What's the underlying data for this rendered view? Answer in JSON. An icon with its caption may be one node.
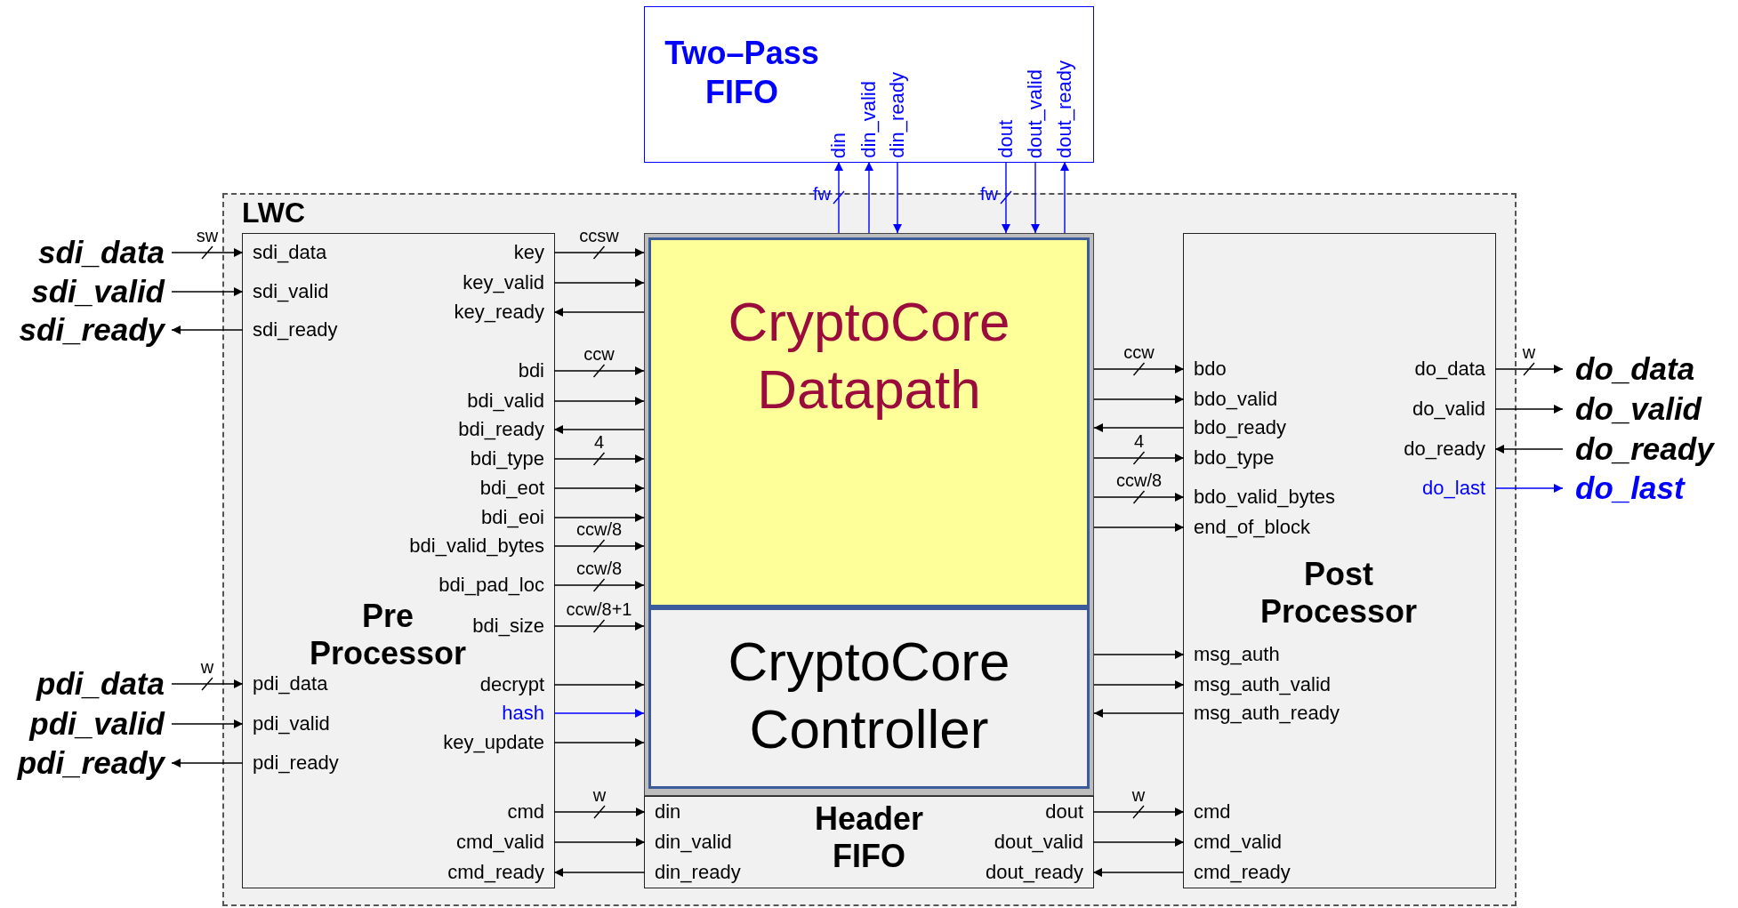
{
  "diagram": {
    "nodes": [
      {
        "text": [
          "Two–Pass FIFO"
        ]
      },
      {
        "text": [
          "din"
        ],
        "in": 0
      },
      {
        "text": [
          "din_valid"
        ],
        "in": 0
      },
      {
        "text": [
          "din_ready"
        ],
        "in": 0
      },
      {
        "text": [
          "dout"
        ],
        "in": 0
      },
      {
        "text": [
          "dout_valid"
        ],
        "in": 0
      },
      {
        "text": [
          "dout_ready"
        ],
        "in": 0
      },
      {
        "text": [
          "LWC"
        ]
      },
      {
        "text": [
          "Pre Processor"
        ],
        "in": 7
      },
      {
        "text": [
          "sdi_data"
        ],
        "in": 8
      },
      {
        "text": [
          "sdi_valid"
        ],
        "in": 8
      },
      {
        "text": [
          "sdi_ready"
        ],
        "in": 8
      },
      {
        "text": [
          "pdi_data"
        ],
        "in": 8
      },
      {
        "text": [
          "pdi_valid"
        ],
        "in": 8
      },
      {
        "text": [
          "pdi_ready"
        ],
        "in": 8
      },
      {
        "text": [
          "key"
        ],
        "in": 8
      },
      {
        "text": [
          "key_valid"
        ],
        "in": 8
      },
      {
        "text": [
          "key_ready"
        ],
        "in": 8
      },
      {
        "text": [
          "bdi"
        ],
        "in": 8
      },
      {
        "text": [
          "bdi_valid"
        ],
        "in": 8
      },
      {
        "text": [
          "bdi_ready"
        ],
        "in": 8
      },
      {
        "text": [
          "bdi_type"
        ],
        "in": 8
      },
      {
        "text": [
          "bdi_eot"
        ],
        "in": 8
      },
      {
        "text": [
          "bdi_eoi"
        ],
        "in": 8
      },
      {
        "text": [
          "bdi_valid_bytes"
        ],
        "in": 8
      },
      {
        "text": [
          "bdi_pad_loc"
        ],
        "in": 8
      },
      {
        "text": [
          "bdi_size"
        ],
        "in": 8
      },
      {
        "text": [
          "decrypt"
        ],
        "in": 8
      },
      {
        "text": [
          "hash"
        ],
        "in": 8
      },
      {
        "text": [
          "key_update"
        ],
        "in": 8
      },
      {
        "text": [
          "cmd"
        ],
        "in": 8
      },
      {
        "text": [
          "cmd_valid"
        ],
        "in": 8
      },
      {
        "text": [
          "cmd_ready"
        ],
        "in": 8
      },
      {
        "text": [],
        "shape": "box",
        "in": 7
      },
      {
        "text": [
          "CryptoCore Datapath"
        ],
        "in": 33
      },
      {
        "text": [
          "CryptoCore Controller"
        ],
        "in": 33
      },
      {
        "text": [
          "Header FIFO"
        ],
        "in": 7
      },
      {
        "text": [
          "din"
        ],
        "in": 36
      },
      {
        "text": [
          "din_valid"
        ],
        "in": 36
      },
      {
        "text": [
          "din_ready"
        ],
        "in": 36
      },
      {
        "text": [
          "dout"
        ],
        "in": 36
      },
      {
        "text": [
          "dout_valid"
        ],
        "in": 36
      },
      {
        "text": [
          "dout_ready"
        ],
        "in": 36
      },
      {
        "text": [
          "Post Processor"
        ],
        "in": 7
      },
      {
        "text": [
          "bdo"
        ],
        "in": 43
      },
      {
        "text": [
          "bdo_valid"
        ],
        "in": 43
      },
      {
        "text": [
          "bdo_ready"
        ],
        "in": 43
      },
      {
        "text": [
          "bdo_type"
        ],
        "in": 43
      },
      {
        "text": [
          "bdo_valid_bytes"
        ],
        "in": 43
      },
      {
        "text": [
          "end_of_block"
        ],
        "in": 43
      },
      {
        "text": [
          "msg_auth"
        ],
        "in": 43
      },
      {
        "text": [
          "msg_auth_valid"
        ],
        "in": 43
      },
      {
        "text": [
          "msg_auth_ready"
        ],
        "in": 43
      },
      {
        "text": [
          "cmd"
        ],
        "in": 43
      },
      {
        "text": [
          "cmd_valid"
        ],
        "in": 43
      },
      {
        "text": [
          "cmd_ready"
        ],
        "in": 43
      },
      {
        "text": [
          "do_data"
        ],
        "in": 43
      },
      {
        "text": [
          "do_valid"
        ],
        "in": 43
      },
      {
        "text": [
          "do_ready"
        ],
        "in": 43
      },
      {
        "text": [
          "do_last"
        ],
        "in": 43
      },
      {
        "text": [
          "sdi_data"
        ]
      },
      {
        "text": [
          "sdi_valid"
        ]
      },
      {
        "text": [
          "sdi_ready"
        ]
      },
      {
        "text": [
          "pdi_data"
        ]
      },
      {
        "text": [
          "pdi_valid"
        ]
      },
      {
        "text": [
          "pdi_ready"
        ]
      },
      {
        "text": [
          "do_data"
        ]
      },
      {
        "text": [
          "do_valid"
        ]
      },
      {
        "text": [
          "do_ready"
        ]
      },
      {
        "text": [
          "do_last"
        ]
      }
    ],
    "edges": [
      {
        "from": 33,
        "to": 1,
        "arrow": "to",
        "label": "fw",
        "color": "#0000ff"
      },
      {
        "from": 33,
        "to": 2,
        "arrow": "to",
        "color": "#0000ff"
      },
      {
        "from": 3,
        "to": 33,
        "arrow": "to",
        "color": "#0000ff"
      },
      {
        "from": 4,
        "to": 33,
        "arrow": "to",
        "label": "fw",
        "color": "#0000ff"
      },
      {
        "from": 5,
        "to": 33,
        "arrow": "to",
        "color": "#0000ff"
      },
      {
        "from": 33,
        "to": 6,
        "arrow": "to",
        "color": "#0000ff"
      },
      {
        "from": 60,
        "to": 9,
        "arrow": "to",
        "label": "sw"
      },
      {
        "from": 61,
        "to": 10,
        "arrow": "to"
      },
      {
        "from": 11,
        "to": 62,
        "arrow": "to"
      },
      {
        "from": 63,
        "to": 12,
        "arrow": "to",
        "label": "w"
      },
      {
        "from": 64,
        "to": 13,
        "arrow": "to"
      },
      {
        "from": 14,
        "to": 65,
        "arrow": "to"
      },
      {
        "from": 15,
        "to": 33,
        "arrow": "to",
        "label": "ccsw"
      },
      {
        "from": 16,
        "to": 33,
        "arrow": "to"
      },
      {
        "from": 33,
        "to": 17,
        "arrow": "to"
      },
      {
        "from": 18,
        "to": 33,
        "arrow": "to",
        "label": "ccw"
      },
      {
        "from": 19,
        "to": 33,
        "arrow": "to"
      },
      {
        "from": 33,
        "to": 20,
        "arrow": "to"
      },
      {
        "from": 21,
        "to": 33,
        "arrow": "to",
        "label": "4"
      },
      {
        "from": 22,
        "to": 33,
        "arrow": "to"
      },
      {
        "from": 23,
        "to": 33,
        "arrow": "to"
      },
      {
        "from": 24,
        "to": 33,
        "arrow": "to",
        "label": "ccw/8"
      },
      {
        "from": 25,
        "to": 33,
        "arrow": "to",
        "label": "ccw/8"
      },
      {
        "from": 26,
        "to": 33,
        "arrow": "to",
        "label": "ccw/8+1"
      },
      {
        "from": 27,
        "to": 33,
        "arrow": "to"
      },
      {
        "from": 28,
        "to": 33,
        "arrow": "to",
        "color": "#0000ff"
      },
      {
        "from": 29,
        "to": 33,
        "arrow": "to"
      },
      {
        "from": 30,
        "to": 37,
        "arrow": "to",
        "label": "w"
      },
      {
        "from": 31,
        "to": 38,
        "arrow": "to"
      },
      {
        "from": 39,
        "to": 32,
        "arrow": "to"
      },
      {
        "from": 40,
        "to": 53,
        "arrow": "to",
        "label": "w"
      },
      {
        "from": 41,
        "to": 54,
        "arrow": "to"
      },
      {
        "from": 55,
        "to": 42,
        "arrow": "to"
      },
      {
        "from": 33,
        "to": 44,
        "arrow": "to",
        "label": "ccw"
      },
      {
        "from": 33,
        "to": 45,
        "arrow": "to"
      },
      {
        "from": 46,
        "to": 33,
        "arrow": "to"
      },
      {
        "from": 33,
        "to": 47,
        "arrow": "to",
        "label": "4"
      },
      {
        "from": 33,
        "to": 48,
        "arrow": "to",
        "label": "ccw/8"
      },
      {
        "from": 33,
        "to": 49,
        "arrow": "to"
      },
      {
        "from": 33,
        "to": 50,
        "arrow": "to"
      },
      {
        "from": 33,
        "to": 51,
        "arrow": "to"
      },
      {
        "from": 52,
        "to": 33,
        "arrow": "to"
      },
      {
        "from": 56,
        "to": 66,
        "arrow": "to",
        "label": "w"
      },
      {
        "from": 57,
        "to": 67,
        "arrow": "to"
      },
      {
        "from": 68,
        "to": 58,
        "arrow": "to"
      },
      {
        "from": 59,
        "to": 69,
        "arrow": "to",
        "color": "#0000ff"
      }
    ]
  }
}
